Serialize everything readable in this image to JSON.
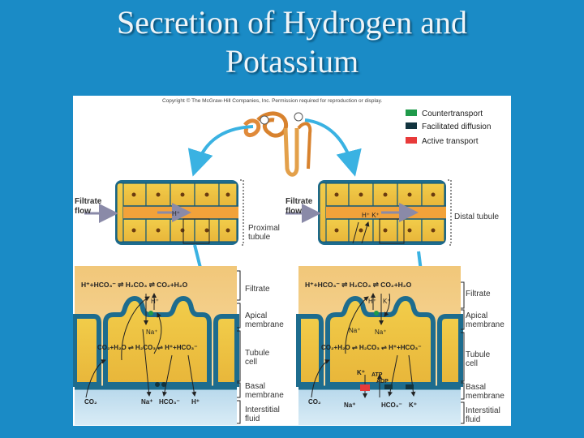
{
  "slide": {
    "title_line1": "Secretion of Hydrogen and",
    "title_line2": "Potassium"
  },
  "figure": {
    "copyright": "Copyright © The McGraw-Hill Companies, Inc. Permission required for reproduction or display.",
    "legend": [
      {
        "label": "Countertransport",
        "color": "#1f9a4a"
      },
      {
        "label": "Facilitated diffusion",
        "color": "#12343f"
      },
      {
        "label": "Active transport",
        "color": "#e83a3a"
      }
    ],
    "left": {
      "filtrate_flow": [
        "Filtrate",
        "flow"
      ],
      "h_label": "H⁺",
      "segment": [
        "Proximal",
        "tubule"
      ],
      "eq_top": "H⁺+HCO₃⁻ ⇌ H₂CO₃ ⇌ CO₂+H₂O",
      "eq_mid": "CO₂+H₂O ⇌ H₂CO₃ ⇌ H⁺+HCO₃⁻",
      "ions": [
        "H⁺",
        "Na⁺",
        "CO₂",
        "Na⁺",
        "HCO₃⁻",
        "H⁺"
      ]
    },
    "right": {
      "filtrate_flow": [
        "Filtrate",
        "flow"
      ],
      "hk_label": "H⁺  K⁺",
      "segment": "Distal tubule",
      "eq_top": "H⁺+HCO₃⁻ ⇌ H₂CO₃ ⇌ CO₂+H₂O",
      "eq_mid": "CO₂+H₂O ⇌ H₂CO₃ ⇌ H⁺+HCO₃⁻",
      "ions": [
        "H⁺",
        "K⁺",
        "Na⁺",
        "Na⁺",
        "K⁺",
        "ATP",
        "ADP",
        "CO₂",
        "Na⁺",
        "HCO₃⁻",
        "K⁺"
      ]
    },
    "zones": [
      {
        "id": "filtrate",
        "label": "Filtrate"
      },
      {
        "id": "apical",
        "label": [
          "Apical",
          "membrane"
        ]
      },
      {
        "id": "tubule",
        "label": [
          "Tubule",
          "cell"
        ]
      },
      {
        "id": "basal",
        "label": [
          "Basal",
          "membrane"
        ]
      },
      {
        "id": "interstitial",
        "label": [
          "Interstitial",
          "fluid"
        ]
      }
    ]
  }
}
